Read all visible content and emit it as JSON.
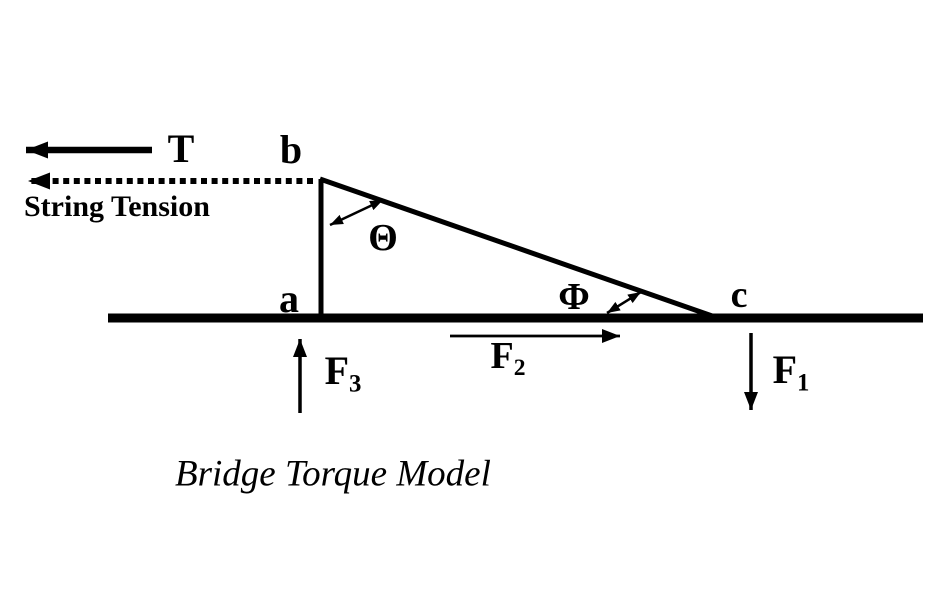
{
  "title": "Bridge Torque Model",
  "labels": {
    "tension": "T",
    "string_tension": "String Tension",
    "point_a": "a",
    "point_b": "b",
    "point_c": "c",
    "theta": "Θ",
    "phi": "Φ"
  },
  "forces": {
    "f1": {
      "base": "F",
      "sub": "1"
    },
    "f2": {
      "base": "F",
      "sub": "2"
    },
    "f3": {
      "base": "F",
      "sub": "3"
    }
  },
  "colors": {
    "ink": "#000000",
    "background": "#ffffff"
  }
}
